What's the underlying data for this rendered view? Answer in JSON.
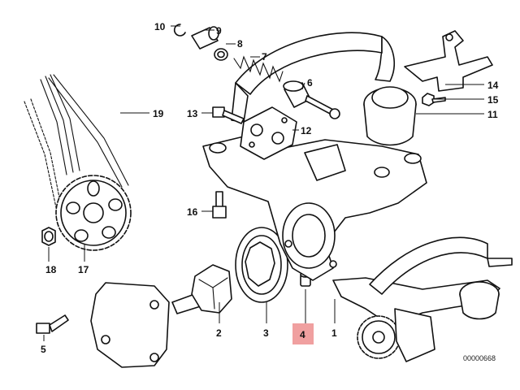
{
  "callouts": {
    "c1": "1",
    "c2": "2",
    "c3": "3",
    "c4": "4",
    "c5": "5",
    "c6": "6",
    "c7": "7",
    "c8": "8",
    "c9": "9",
    "c10": "10",
    "c11": "11",
    "c12": "12",
    "c13": "13",
    "c14": "14",
    "c15": "15",
    "c16": "16",
    "c17": "17",
    "c18": "18",
    "c19": "19"
  },
  "highlight": {
    "number": "4",
    "color": "#f0a0a0"
  },
  "reference_code": "00000668"
}
